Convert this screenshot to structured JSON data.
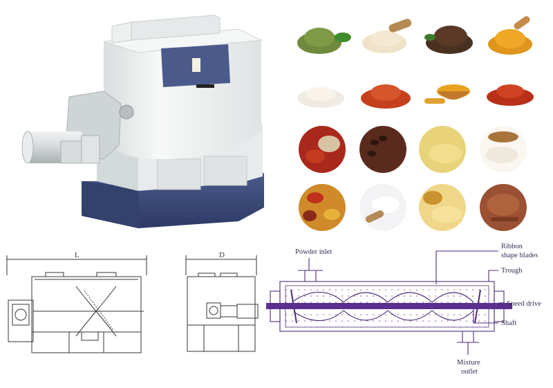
{
  "drawings": {
    "front_dimension": "L",
    "side_dimension": "D"
  },
  "schematic": {
    "powder_inlet": "Powder inlet",
    "ribbon_line1": "Ribbon",
    "ribbon_line2": "shape blades",
    "trough": "Trough",
    "speed_drive": "Speed drive",
    "shaft": "Shaft",
    "outlet_line1": "Mixture",
    "outlet_line2": "outlet"
  },
  "colors": {
    "schematic_line": "#4b2a78",
    "shaft": "#5a2f8f",
    "machine_body": "#eef0f0",
    "machine_base": "#3a4a78"
  }
}
